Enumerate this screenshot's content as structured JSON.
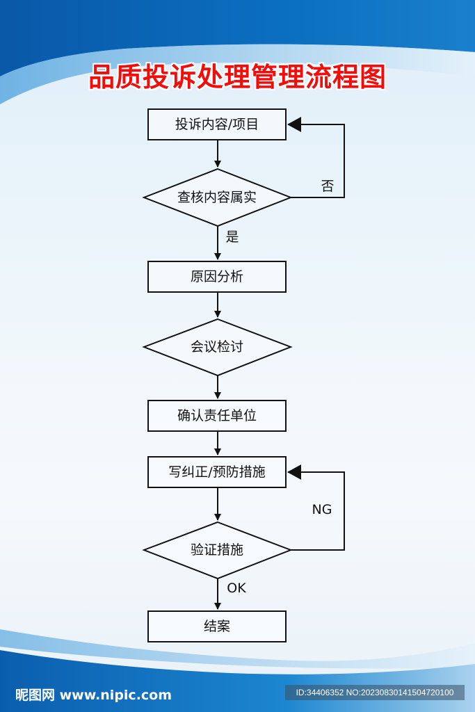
{
  "title": "品质投诉处理管理流程图",
  "colors": {
    "title": "#f20d0d",
    "header_blue": "#0a63b0",
    "stroke": "#111111"
  },
  "nodes": [
    {
      "id": "n1",
      "type": "process",
      "label": "投诉内容/项目"
    },
    {
      "id": "n2",
      "type": "decision",
      "label": "查核内容属实"
    },
    {
      "id": "n3",
      "type": "process",
      "label": "原因分析"
    },
    {
      "id": "n4",
      "type": "decision",
      "label": "会议检讨"
    },
    {
      "id": "n5",
      "type": "process",
      "label": "确认责任单位"
    },
    {
      "id": "n6",
      "type": "process",
      "label": "写纠正/预防措施"
    },
    {
      "id": "n7",
      "type": "decision",
      "label": "验证措施"
    },
    {
      "id": "n8",
      "type": "process",
      "label": "结案"
    }
  ],
  "edges": [
    {
      "from": "n1",
      "to": "n2",
      "label": ""
    },
    {
      "from": "n2",
      "to": "n3",
      "label": "是"
    },
    {
      "from": "n2",
      "to": "n1",
      "label": "否"
    },
    {
      "from": "n3",
      "to": "n4",
      "label": ""
    },
    {
      "from": "n4",
      "to": "n5",
      "label": ""
    },
    {
      "from": "n5",
      "to": "n6",
      "label": ""
    },
    {
      "from": "n6",
      "to": "n7",
      "label": ""
    },
    {
      "from": "n7",
      "to": "n8",
      "label": "OK"
    },
    {
      "from": "n7",
      "to": "n6",
      "label": "NG"
    }
  ],
  "footer": {
    "logo": "昵图网 www.nipic.com",
    "id_text": "ID:34406352 NO:20230830141504720100"
  }
}
